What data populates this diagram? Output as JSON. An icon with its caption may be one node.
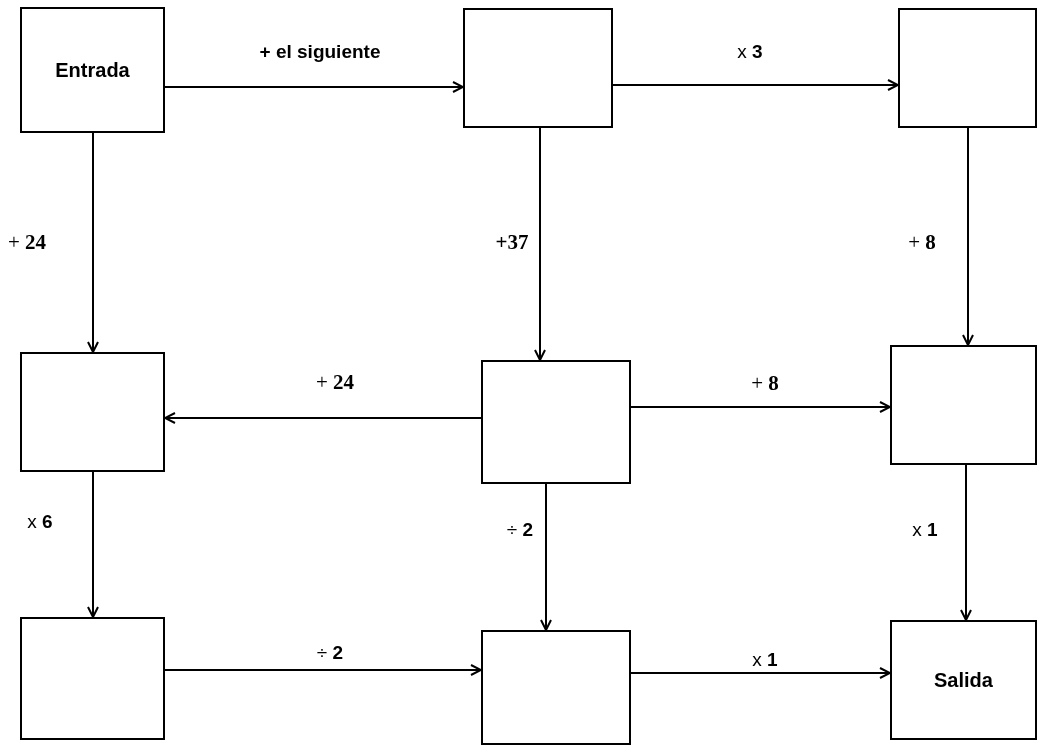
{
  "diagram": {
    "nodes": [
      {
        "text": [
          "Entrada"
        ]
      },
      {
        "text": [],
        "shape": "box"
      },
      {
        "text": [],
        "shape": "box"
      },
      {
        "text": [],
        "shape": "box"
      },
      {
        "text": [],
        "shape": "box"
      },
      {
        "text": [],
        "shape": "box"
      },
      {
        "text": [],
        "shape": "box"
      },
      {
        "text": [],
        "shape": "box"
      },
      {
        "text": [
          "Salida"
        ]
      }
    ],
    "edges": [
      {
        "from": 0,
        "to": 1,
        "arrow": "to",
        "label": "+ el siguiente"
      },
      {
        "from": 1,
        "to": 2,
        "arrow": "to",
        "label": "x **3**"
      },
      {
        "from": 0,
        "to": 3,
        "arrow": "to",
        "label": "+ **24**"
      },
      {
        "from": 1,
        "to": 4,
        "arrow": "to",
        "label": "+37"
      },
      {
        "from": 2,
        "to": 5,
        "arrow": "to",
        "label": "+ **8**"
      },
      {
        "from": 4,
        "to": 3,
        "arrow": "to",
        "label": "+ **24**"
      },
      {
        "from": 4,
        "to": 5,
        "arrow": "to",
        "label": "+ **8**"
      },
      {
        "from": 3,
        "to": 6,
        "arrow": "to",
        "label": "x **6**"
      },
      {
        "from": 4,
        "to": 7,
        "arrow": "to",
        "label": "÷ **2**"
      },
      {
        "from": 5,
        "to": 8,
        "arrow": "to",
        "label": "x **1**"
      },
      {
        "from": 6,
        "to": 7,
        "arrow": "to",
        "label": "÷ **2**"
      },
      {
        "from": 7,
        "to": 8,
        "arrow": "to",
        "label": "x **1**"
      }
    ]
  }
}
